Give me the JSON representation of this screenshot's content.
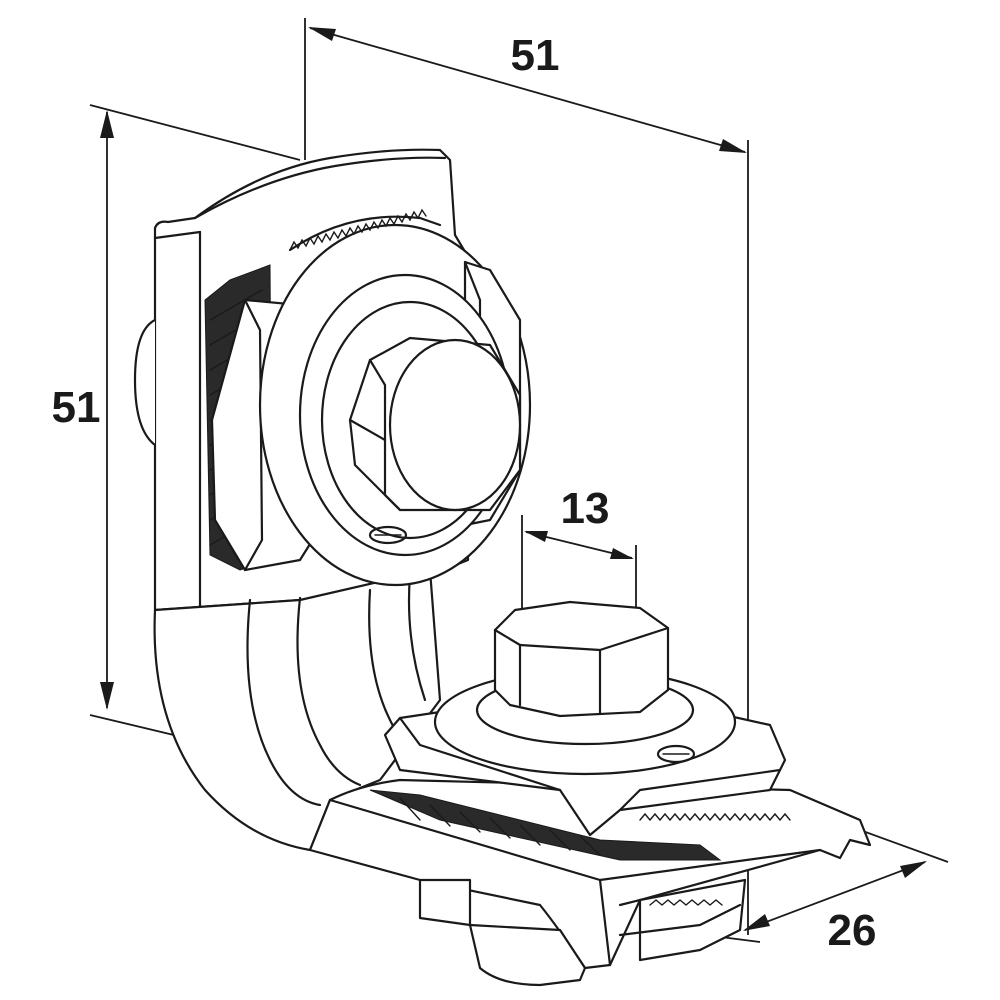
{
  "dimensions": {
    "top_width": "51",
    "height": "51",
    "bolt_head": "13",
    "rail_width": "26"
  },
  "colors": {
    "ink": "#1a1a1a",
    "background": "#ffffff"
  }
}
